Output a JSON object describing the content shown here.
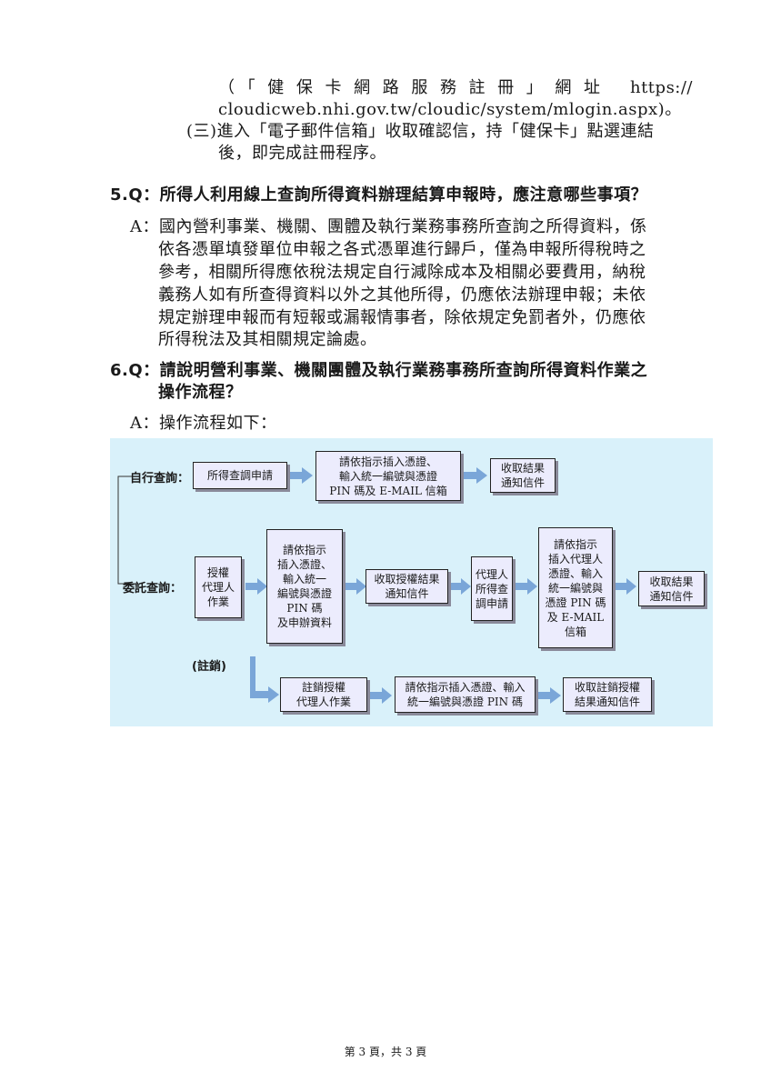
{
  "text": {
    "l1": "（「健保卡網路服務註冊」網址 https://",
    "l2": "cloudicweb.nhi.gov.tw/cloudic/system/mlogin.aspx)。",
    "l3": "(三)進入「電子郵件信箱」收取確認信，持「健保卡」點選連結",
    "l4": "後，即完成註冊程序。",
    "q5": "5.Q：所得人利用線上查詢所得資料辦理結算申報時，應注意哪些事項？",
    "a5_1": "A：國內營利事業、機關、團體及執行業務事務所查詢之所得資料，係",
    "a5_2": "依各憑單填發單位申報之各式憑單進行歸戶，僅為申報所得稅時之",
    "a5_3": "參考，相關所得應依稅法規定自行減除成本及相關必要費用，納稅",
    "a5_4": "義務人如有所查得資料以外之其他所得，仍應依法辦理申報；未依",
    "a5_5": "規定辦理申報而有短報或漏報情事者，除依規定免罰者外，仍應依",
    "a5_6": "所得稅法及其相關規定論處。",
    "q6_1": "6.Q：請說明營利事業、機關團體及執行業務事務所查詢所得資料作業之",
    "q6_2": "操作流程？",
    "a6": "A：操作流程如下："
  },
  "flow": {
    "self_label": "自行查詢：",
    "entrust_label": "委託查詢：",
    "cancel_label": "(註銷)",
    "self_1": "所得查調申請",
    "self_2": "請依指示插入憑證、\n輸入統一編號與憑證\nPIN 碼及 E-MAIL 信箱",
    "self_3": "收取結果\n通知信件",
    "ent_1": "授權\n代理人\n作業",
    "ent_2": "請依指示\n插入憑證、\n輸入統一\n編號與憑證\nPIN 碼\n及申辦資料",
    "ent_3": "收取授權結果\n通知信件",
    "ent_4": "代理人\n所得查\n調申請",
    "ent_5": "請依指示\n插入代理人\n憑證、輸入\n統一編號與\n憑證 PIN 碼\n及 E-MAIL\n信箱",
    "ent_6": "收取結果\n通知信件",
    "can_1": "註銷授權\n代理人作業",
    "can_2": "請依指示插入憑證、輸入\n統一編號與憑證 PIN 碼",
    "can_3": "收取註銷授權\n結果通知信件",
    "colors": {
      "background": "#d9f1fa",
      "box": "#ececfd",
      "arrow": "#7aa6d8"
    }
  },
  "footer": "第 3 頁，共 3 頁"
}
